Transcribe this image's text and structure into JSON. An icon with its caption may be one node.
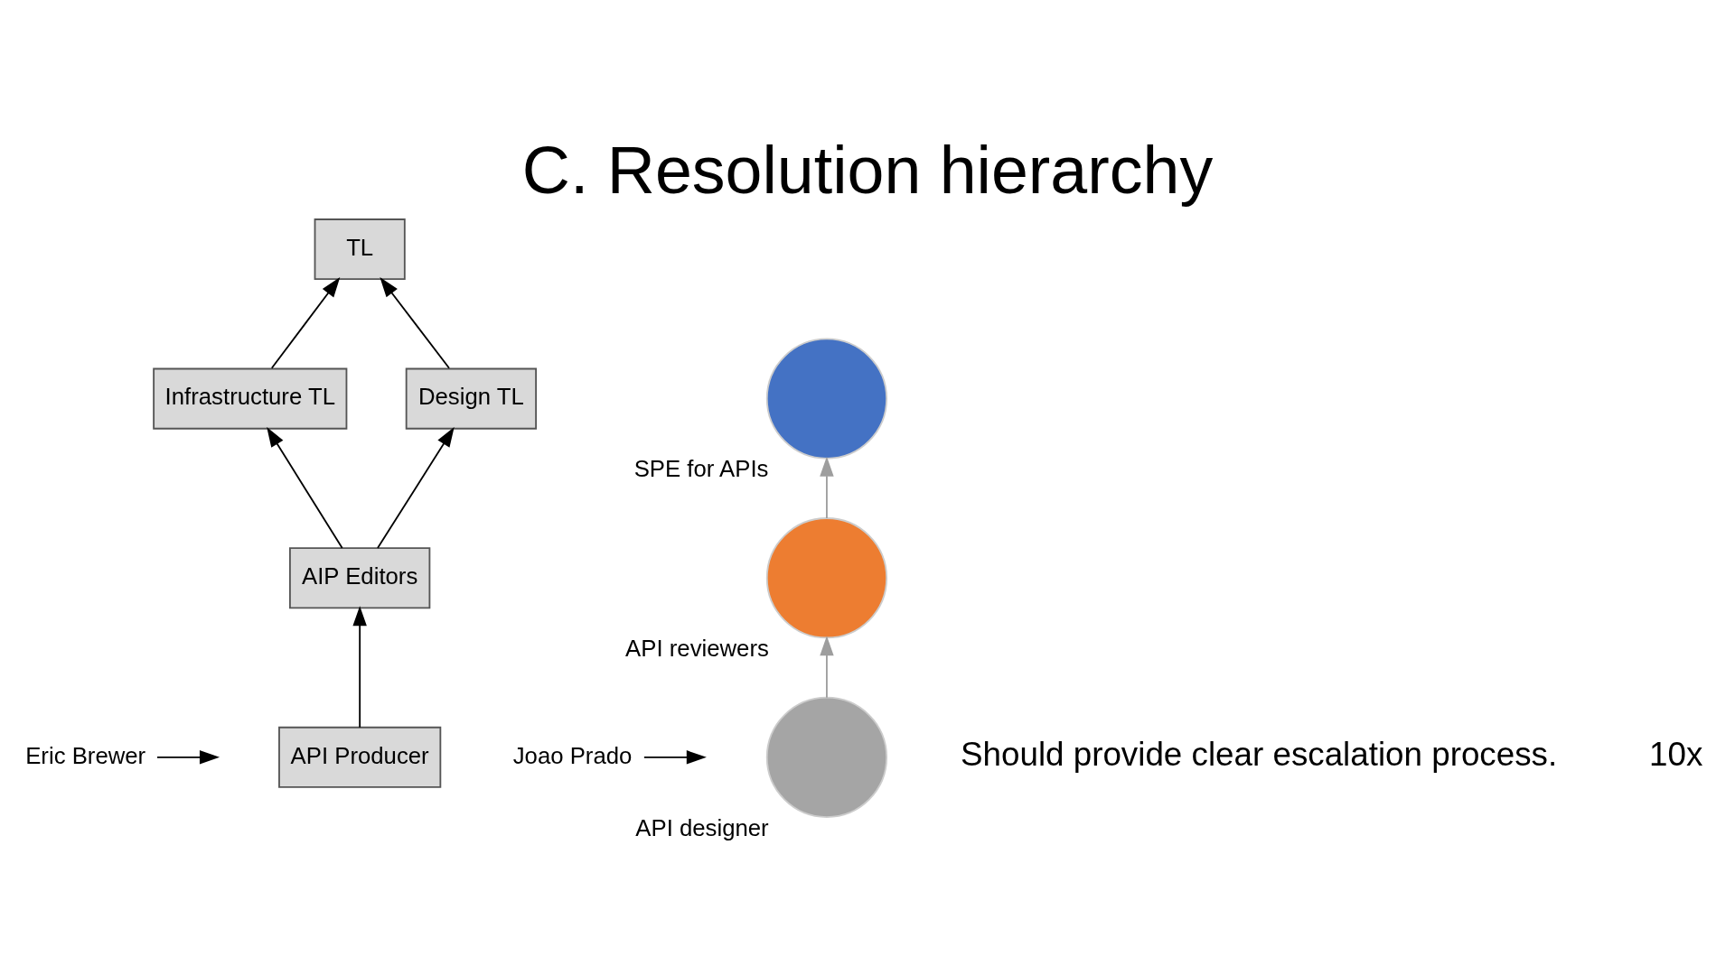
{
  "diagram": {
    "title": "C. Resolution hierarchy",
    "nodes": [
      {
        "text": [
          "Eric Brewer"
        ]
      },
      {
        "text": [
          "TL"
        ]
      },
      {
        "text": [
          "Infrastructure TL"
        ]
      },
      {
        "text": [
          "Design TL"
        ]
      },
      {
        "text": [
          "AIP Editors"
        ]
      },
      {
        "text": [
          "API Producer"
        ]
      },
      {
        "text": [
          "Joao Prado"
        ]
      },
      {
        "text": [
          "SPE for APIs"
        ]
      },
      {
        "text": [
          "API reviewers"
        ]
      },
      {
        "text": [
          "API designer"
        ]
      }
    ],
    "edges": [
      {
        "from": 0,
        "to": null,
        "arrow": "to"
      },
      {
        "from": 2,
        "to": 1,
        "arrow": "to"
      },
      {
        "from": 3,
        "to": 1,
        "arrow": "to"
      },
      {
        "from": 4,
        "to": 2,
        "arrow": "to"
      },
      {
        "from": 4,
        "to": 3,
        "arrow": "to"
      },
      {
        "from": 5,
        "to": 4,
        "arrow": "to"
      },
      {
        "from": 6,
        "to": null,
        "arrow": "to"
      },
      {
        "from": 8,
        "to": 7,
        "arrow": "to",
        "color": "#9e9e9e"
      },
      {
        "from": 9,
        "to": 8,
        "arrow": "to",
        "color": "#9e9e9e"
      }
    ],
    "labels": [
      "Should provide clear escalation process.",
      "10x"
    ]
  }
}
